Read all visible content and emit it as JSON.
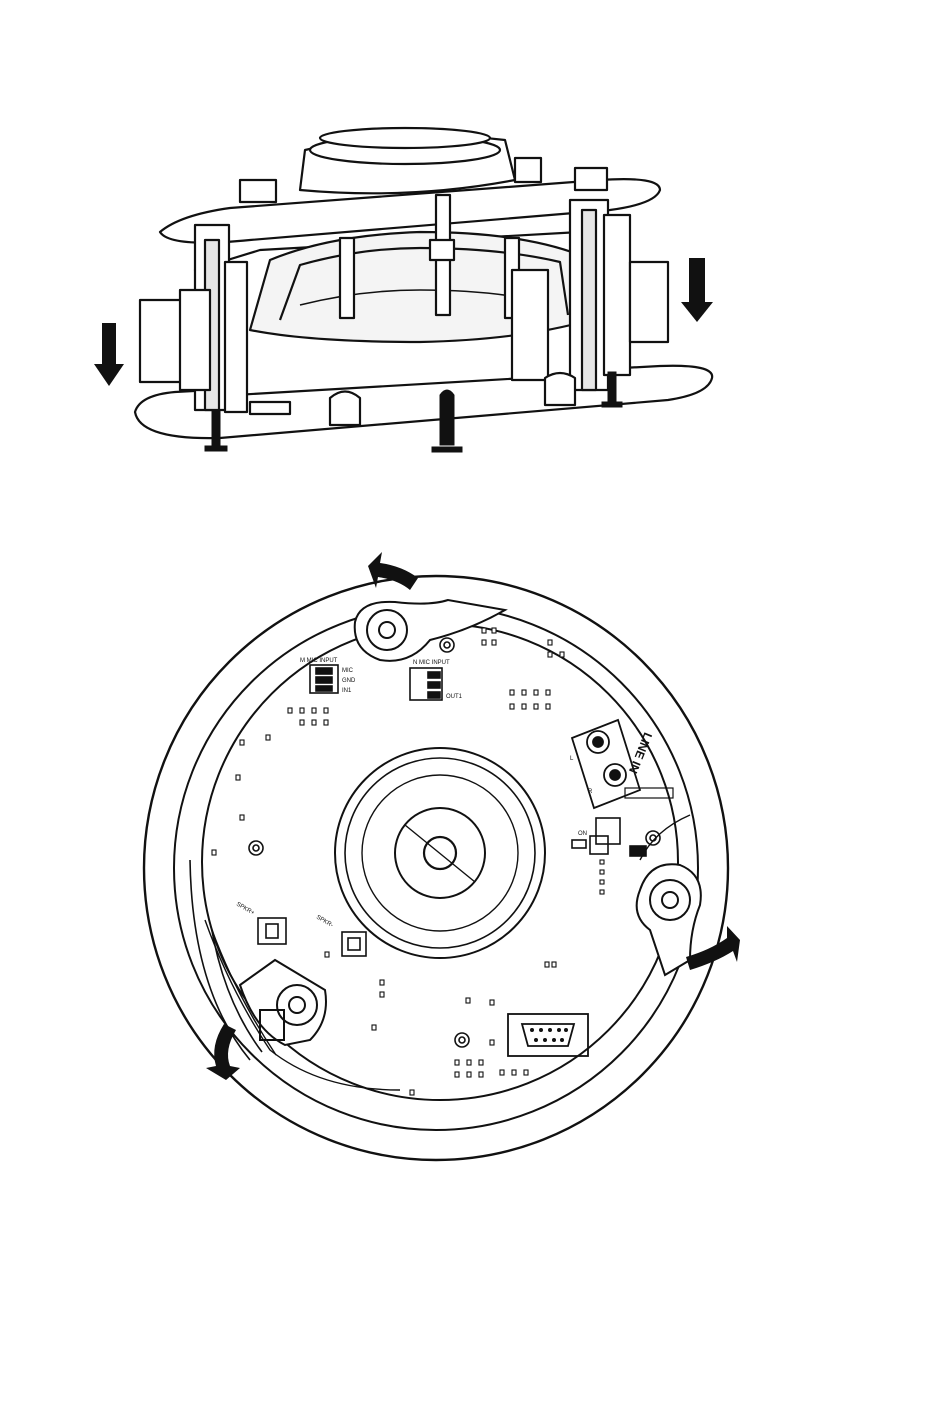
{
  "figure_top": {
    "labels": [
      "Speaker side view — mounting screws and pressure arrows"
    ]
  },
  "figure_bottom": {
    "board_labels": {
      "line_in": "LINE IN",
      "header_1": "M  MIC  INPUT",
      "header_2": "N  MIC  INPUT",
      "pin_mic": "MIC",
      "pin_gnd": "GND",
      "pin_in1": "IN1",
      "pin_out1": "OUT1",
      "l_mark": "L",
      "r_mark": "R",
      "switch_on": "ON",
      "speaker_a": "SPKR+",
      "speaker_b": "SPKR-"
    }
  },
  "colors": {
    "ink": "#111111",
    "paper": "#ffffff",
    "shade": "#cfcfcf"
  }
}
